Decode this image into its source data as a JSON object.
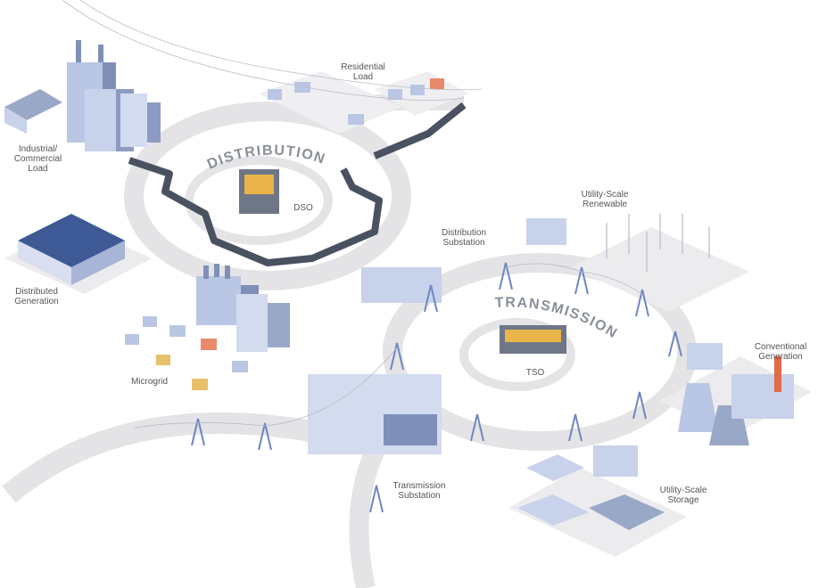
{
  "rings": {
    "distribution": "DISTRIBUTION",
    "transmission": "TRANSMISSION"
  },
  "labels": {
    "residential_load": "Residential\nLoad",
    "industrial_load": "Industrial/\nCommercial\nLoad",
    "dso": "DSO",
    "distribution_substation": "Distribution\nSubstation",
    "utility_renewable": "Utility-Scale\nRenewable",
    "distributed_generation": "Distributed\nGeneration",
    "tso": "TSO",
    "conventional_generation": "Conventional\nGeneration",
    "microgrid": "Microgrid",
    "transmission_substation": "Transmission\nSubstation",
    "utility_storage": "Utility-Scale\nStorage"
  },
  "colors": {
    "ring": "#e4e4e6",
    "building": "#b9c6e4",
    "building_dark": "#7f8fb8",
    "pipe": "#4a5160",
    "text": "#555555"
  }
}
